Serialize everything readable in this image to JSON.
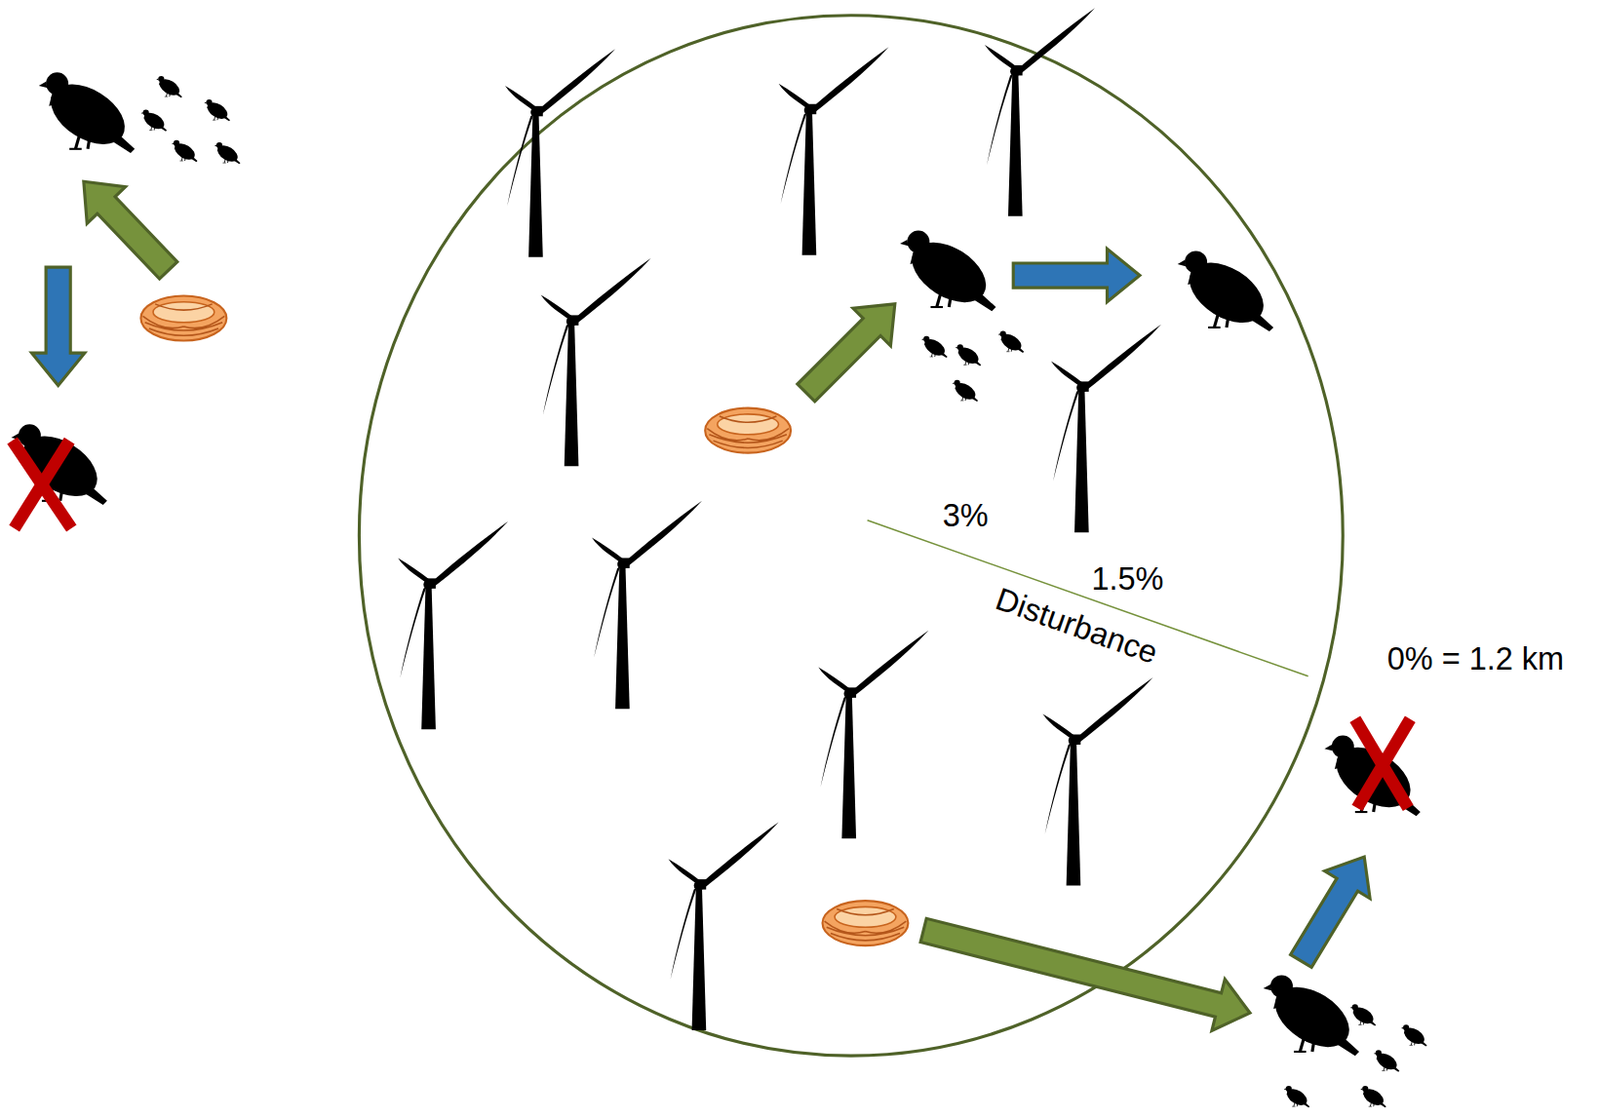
{
  "diagram": {
    "labels": [
      "3%",
      "1.5%",
      "Disturbance",
      "0% = 1.2 km"
    ]
  }
}
